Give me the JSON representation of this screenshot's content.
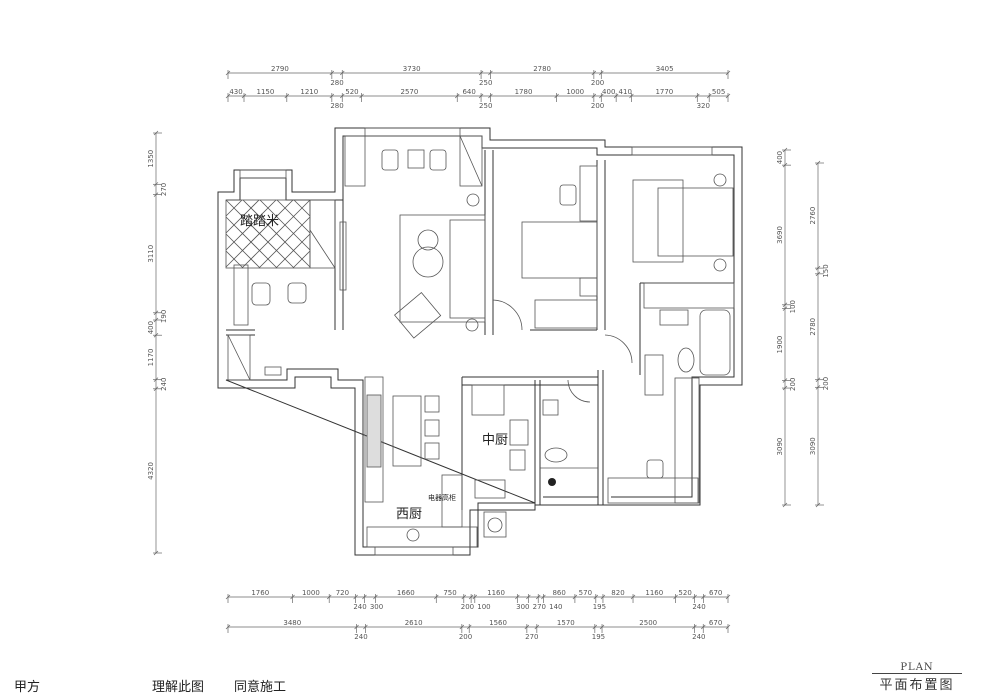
{
  "dimensions": {
    "top_outer": [
      2790,
      280,
      3730,
      250,
      2780,
      200,
      3405
    ],
    "top_inner": [
      430,
      1150,
      1210,
      280,
      520,
      2570,
      640,
      250,
      1780,
      1000,
      200,
      400,
      410,
      1770,
      320,
      505
    ],
    "bottom_inner": [
      1760,
      1000,
      720,
      240,
      300,
      1660,
      750,
      200,
      100,
      1160,
      300,
      270,
      140,
      860,
      570,
      195,
      820,
      1160,
      520,
      240,
      670
    ],
    "bottom_outer": [
      3480,
      240,
      2610,
      200,
      1560,
      270,
      1570,
      195,
      2500,
      240,
      670
    ],
    "left": [
      1350,
      270,
      3110,
      190,
      400,
      1170,
      240,
      4320
    ],
    "right_inner": [
      400,
      3690,
      100,
      1900,
      200,
      3090
    ],
    "right_outer": [
      2760,
      150,
      2780,
      200,
      3090
    ]
  },
  "rooms": {
    "tatami": "踏踏米",
    "middle_kitchen": "中厨",
    "west_kitchen": "西厨",
    "appliance_cabinet": "电器高柜"
  },
  "footer": {
    "party_a": "甲方",
    "understand": "理解此图",
    "agree": "同意施工",
    "plan_en": "PLAN",
    "plan_cn": "平面布置图"
  }
}
